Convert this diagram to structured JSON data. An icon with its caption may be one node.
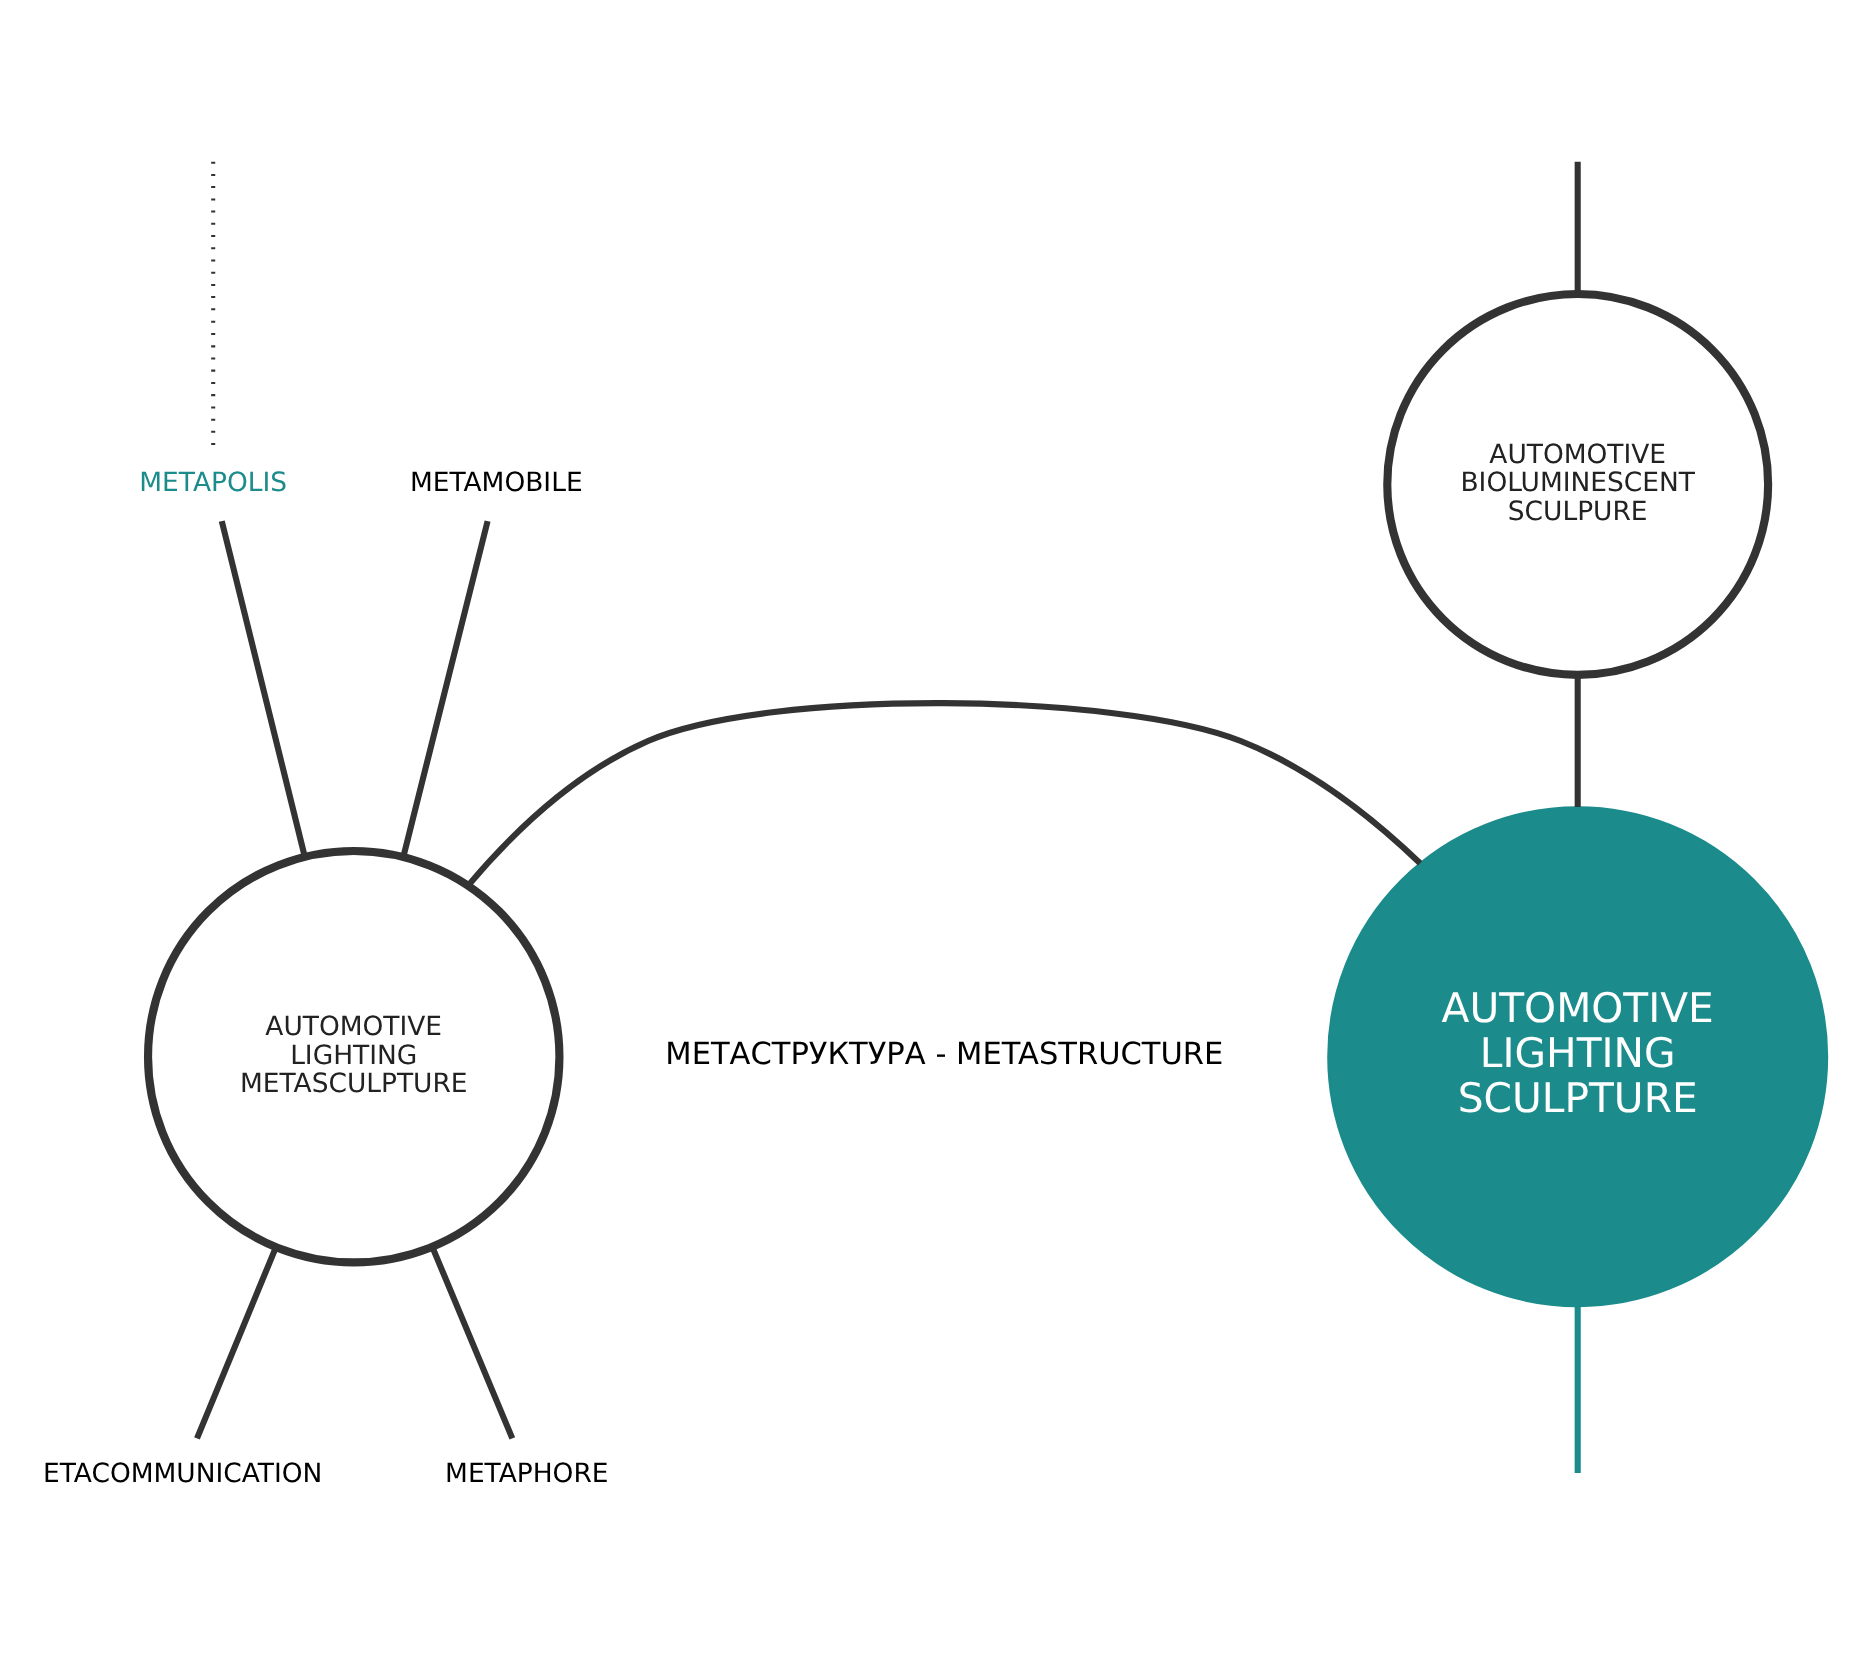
{
  "diagram": {
    "nodes": [
      {
        "text": [
          "AUTOMOTIVE BIOLUMINESCENT SCULPURE"
        ]
      },
      {
        "text": [
          "METAPOLIS"
        ]
      },
      {
        "text": [
          "METAMOBILE"
        ]
      },
      {
        "text": [
          "AUTOMOTIVE LIGHTING METASCULPTURE"
        ]
      },
      {
        "text": [
          "AUTOMOTIVE LIGHTING SCULPTURE"
        ]
      },
      {
        "text": [
          "ETACOMMUNICATION"
        ]
      },
      {
        "text": [
          "METAPHORE"
        ]
      }
    ],
    "edges": [
      {
        "from": null,
        "to": 0,
        "arrow": "none"
      },
      {
        "from": 0,
        "to": 4,
        "arrow": "none"
      },
      {
        "from": null,
        "to": 1,
        "arrow": "none",
        "style": "dashed"
      },
      {
        "from": 1,
        "to": 3,
        "arrow": "none"
      },
      {
        "from": 2,
        "to": 3,
        "arrow": "none"
      },
      {
        "from": 3,
        "to": 4,
        "arrow": "none"
      },
      {
        "from": 3,
        "to": 5,
        "arrow": "none"
      },
      {
        "from": 3,
        "to": 6,
        "arrow": "none"
      },
      {
        "from": 4,
        "to": null,
        "arrow": "none",
        "color": "#1b8b8b"
      }
    ],
    "labels": [
      "МЕТАСТРУКТУРА - METASTRUCTURE"
    ]
  }
}
